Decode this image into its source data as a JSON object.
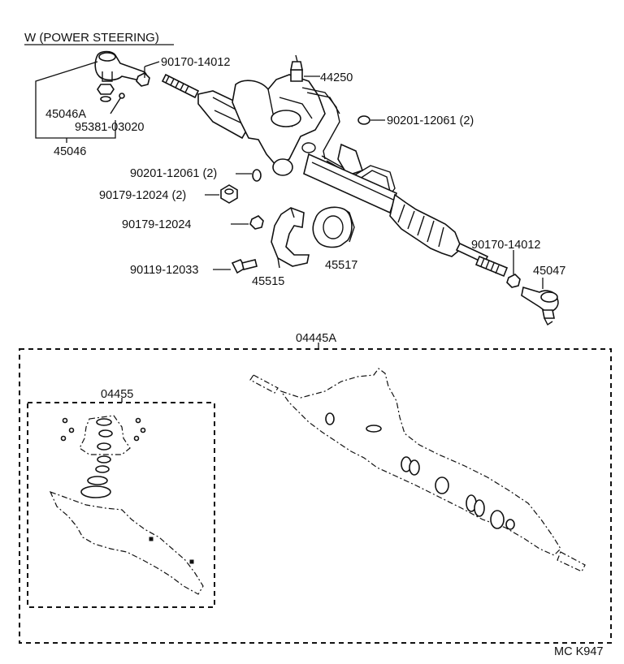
{
  "diagram": {
    "title": "W (POWER STEERING)",
    "footer_code": "MC K947",
    "labels": {
      "p90170_14012_top": "90170-14012",
      "p44250": "44250",
      "p45046A": "45046A",
      "p95381_03020": "95381-03020",
      "p45046": "45046",
      "p90201_12061_right": "90201-12061 (2)",
      "p90201_12061_left": "90201-12061 (2)",
      "p90179_12024_two": "90179-12024 (2)",
      "p90179_12024": "90179-12024",
      "p90119_12033": "90119-12033",
      "p45515": "45515",
      "p45517": "45517",
      "p90170_14012_right": "90170-14012",
      "p45047": "45047",
      "p04445A": "04445A",
      "p04455": "04455"
    }
  }
}
